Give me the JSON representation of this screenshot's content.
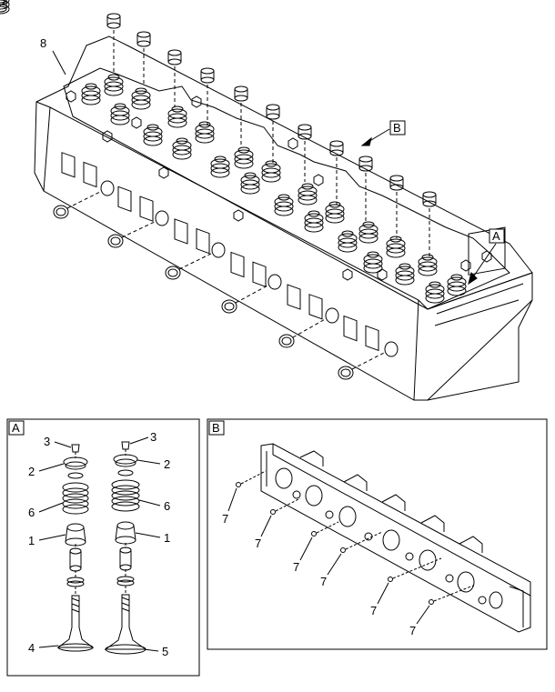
{
  "main_view": {
    "callout_8": "8",
    "callout_a": "A",
    "callout_b": "B"
  },
  "detail_a": {
    "tag": "A",
    "left_labels": [
      "3",
      "2",
      "6",
      "1",
      "4"
    ],
    "right_labels": [
      "3",
      "2",
      "6",
      "1",
      "5"
    ]
  },
  "detail_b": {
    "tag": "B",
    "plug_label": "7",
    "plug_count": 6
  },
  "colors": {
    "line": "#000000",
    "background": "#ffffff",
    "hidden_line": "#555555"
  }
}
